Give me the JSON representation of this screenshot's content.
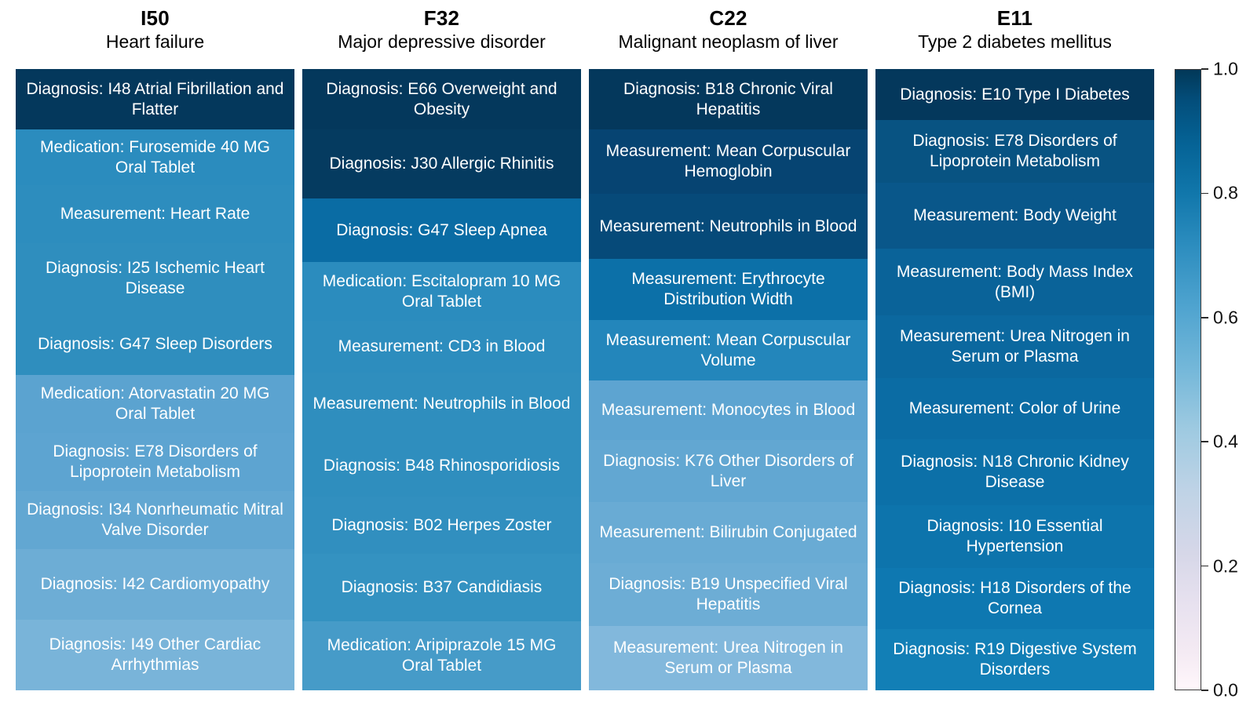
{
  "figure": {
    "type": "stacked-heatmap-columns",
    "background": "#ffffff",
    "colormap": "PuBu",
    "value_range": [
      0.0,
      1.0
    ]
  },
  "colorbar": {
    "name": "attention-weight-colorbar",
    "min": "0.0",
    "max": "1.0",
    "ticks": [
      "1.0",
      "0.8",
      "0.6",
      "0.4",
      "0.2",
      "0.0"
    ],
    "tick_values": [
      1.0,
      0.8,
      0.6,
      0.4,
      0.2,
      0.0
    ],
    "orientation": "vertical",
    "position": "right",
    "low_color": "#fff7fb",
    "high_color": "#023858"
  },
  "chart_data": {
    "type": "heatmap",
    "title": "",
    "xlabel": "",
    "ylabel": "",
    "legend_position": "right",
    "grid": false,
    "colorbar_label": "",
    "cbar_ticks": [
      0.0,
      0.2,
      0.4,
      0.6,
      0.8,
      1.0
    ],
    "columns": [
      {
        "code": "I50",
        "name": "Heart failure",
        "cells": [
          {
            "label": "Diagnosis: I48 Atrial Fibrillation and Flatter",
            "value": 1.0,
            "height": 77,
            "color": "#04385c"
          },
          {
            "label": "Medication: Furosemide 40 MG Oral Tablet",
            "value": 0.72,
            "height": 71,
            "color": "#2b8cbe"
          },
          {
            "label": "Measurement: Heart Rate",
            "value": 0.71,
            "height": 74,
            "color": "#2d8dbe"
          },
          {
            "label": "Diagnosis: I25 Ischemic Heart Disease",
            "value": 0.7,
            "height": 90,
            "color": "#2f8ebe"
          },
          {
            "label": "Diagnosis: G47 Sleep Disorders",
            "value": 0.7,
            "height": 78,
            "color": "#2f8ebe"
          },
          {
            "label": "Medication: Atorvastatin 20 MG Oral Tablet",
            "value": 0.58,
            "height": 74,
            "color": "#5ba3d0"
          },
          {
            "label": "Diagnosis: E78 Disorders of Lipoprotein Metabolism",
            "value": 0.57,
            "height": 74,
            "color": "#5da4d1"
          },
          {
            "label": "Diagnosis: I34 Nonrheumatic Mitral Valve Disorder",
            "value": 0.56,
            "height": 74,
            "color": "#62a7d2"
          },
          {
            "label": "Diagnosis: I42 Cardiomyopathy",
            "value": 0.53,
            "height": 90,
            "color": "#6dadd5"
          },
          {
            "label": "Diagnosis: I49 Other Cardiac Arrhythmias",
            "value": 0.5,
            "height": 90,
            "color": "#79b4d9"
          }
        ]
      },
      {
        "code": "F32",
        "name": "Major depressive disorder",
        "cells": [
          {
            "label": "Diagnosis: E66 Overweight and Obesity",
            "value": 1.0,
            "height": 77,
            "color": "#04385c"
          },
          {
            "label": "Diagnosis: J30 Allergic Rhinitis",
            "value": 0.99,
            "height": 88,
            "color": "#053b60"
          },
          {
            "label": "Diagnosis: G47 Sleep Apnea",
            "value": 0.83,
            "height": 81,
            "color": "#0a6ca4"
          },
          {
            "label": "Medication: Escitalopram 10 MG Oral Tablet",
            "value": 0.72,
            "height": 75,
            "color": "#2b8cbe"
          },
          {
            "label": "Measurement: CD3 in Blood",
            "value": 0.71,
            "height": 66,
            "color": "#2d8dbe"
          },
          {
            "label": "Measurement: Neutrophils in Blood",
            "value": 0.7,
            "height": 80,
            "color": "#2f8ebe"
          },
          {
            "label": "Diagnosis: B48 Rhinosporidiosis",
            "value": 0.7,
            "height": 78,
            "color": "#2f8ebe"
          },
          {
            "label": "Diagnosis: B02 Herpes Zoster",
            "value": 0.69,
            "height": 73,
            "color": "#318fbf"
          },
          {
            "label": "Diagnosis: B37 Candidiasis",
            "value": 0.68,
            "height": 86,
            "color": "#3492c1"
          },
          {
            "label": "Medication: Aripiprazole 15 MG Oral Tablet",
            "value": 0.63,
            "height": 88,
            "color": "#469bc8"
          }
        ]
      },
      {
        "code": "C22",
        "name": "Malignant neoplasm of liver",
        "cells": [
          {
            "label": "Diagnosis: B18 Chronic Viral Hepatitis",
            "value": 1.0,
            "height": 77,
            "color": "#04385c"
          },
          {
            "label": "Measurement: Mean Corpuscular Hemoglobin",
            "value": 0.95,
            "height": 82,
            "color": "#064472"
          },
          {
            "label": "Measurement: Neutrophils in Blood",
            "value": 0.93,
            "height": 83,
            "color": "#064a79"
          },
          {
            "label": "Measurement: Erythrocyte Distribution Width",
            "value": 0.82,
            "height": 78,
            "color": "#0c70a8"
          },
          {
            "label": "Measurement: Mean Corpuscular Volume",
            "value": 0.74,
            "height": 77,
            "color": "#2386bb"
          },
          {
            "label": "Measurement: Monocytes in Blood",
            "value": 0.57,
            "height": 76,
            "color": "#5da4d1"
          },
          {
            "label": "Diagnosis: K76 Other Disorders of Liver",
            "value": 0.56,
            "height": 79,
            "color": "#62a7d2"
          },
          {
            "label": "Measurement: Bilirubin Conjugated",
            "value": 0.54,
            "height": 78,
            "color": "#69abd4"
          },
          {
            "label": "Diagnosis: B19 Unspecified Viral Hepatitis",
            "value": 0.53,
            "height": 80,
            "color": "#6dadd5"
          },
          {
            "label": "Measurement: Urea Nitrogen in Serum or Plasma",
            "value": 0.48,
            "height": 82,
            "color": "#82b8dc"
          }
        ]
      },
      {
        "code": "E11",
        "name": "Type 2 diabetes mellitus",
        "cells": [
          {
            "label": "Diagnosis: E10 Type I Diabetes",
            "value": 1.0,
            "height": 65,
            "color": "#04385c"
          },
          {
            "label": "Diagnosis: E78 Disorders of Lipoprotein Metabolism",
            "value": 0.9,
            "height": 80,
            "color": "#085382"
          },
          {
            "label": "Measurement: Body Weight",
            "value": 0.89,
            "height": 84,
            "color": "#09578a"
          },
          {
            "label": "Measurement: Body Mass Index (BMI)",
            "value": 0.85,
            "height": 85,
            "color": "#0a6399"
          },
          {
            "label": "Measurement: Urea Nitrogen in Serum or Plasma",
            "value": 0.84,
            "height": 80,
            "color": "#0b689f"
          },
          {
            "label": "Measurement: Color of Urine",
            "value": 0.83,
            "height": 78,
            "color": "#0b6ca4"
          },
          {
            "label": "Diagnosis: N18 Chronic Kidney Disease",
            "value": 0.82,
            "height": 84,
            "color": "#0c70a8"
          },
          {
            "label": "Diagnosis: I10 Essential Hypertension",
            "value": 0.81,
            "height": 80,
            "color": "#0d74ac"
          },
          {
            "label": "Diagnosis: H18 Disorders of the Cornea",
            "value": 0.8,
            "height": 78,
            "color": "#0e78b1"
          },
          {
            "label": "Diagnosis: R19 Digestive System Disorders",
            "value": 0.78,
            "height": 78,
            "color": "#127fb6"
          }
        ]
      }
    ]
  }
}
